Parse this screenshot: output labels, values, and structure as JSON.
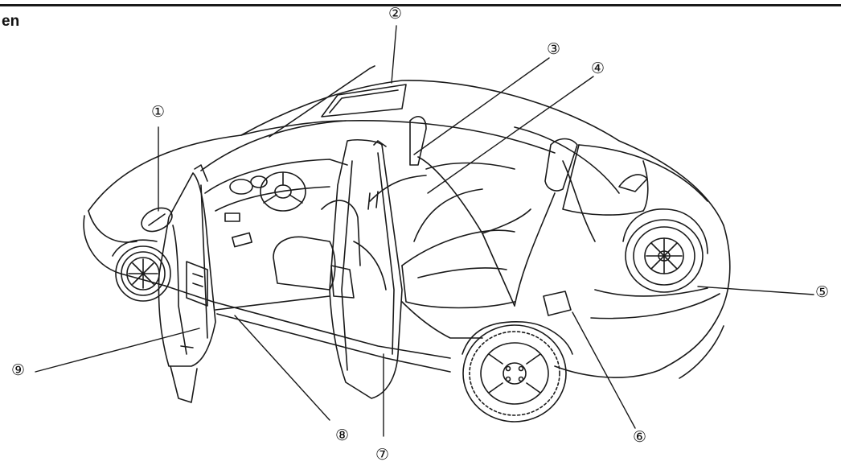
{
  "heading": "en",
  "callouts": [
    {
      "label": "①"
    },
    {
      "label": "②"
    },
    {
      "label": "③"
    },
    {
      "label": "④"
    },
    {
      "label": "⑤"
    },
    {
      "label": "⑥"
    },
    {
      "label": "⑦"
    },
    {
      "label": "⑧"
    },
    {
      "label": "⑨"
    }
  ],
  "colors": {
    "ink": "#1a1a1a",
    "paper": "#ffffff"
  }
}
